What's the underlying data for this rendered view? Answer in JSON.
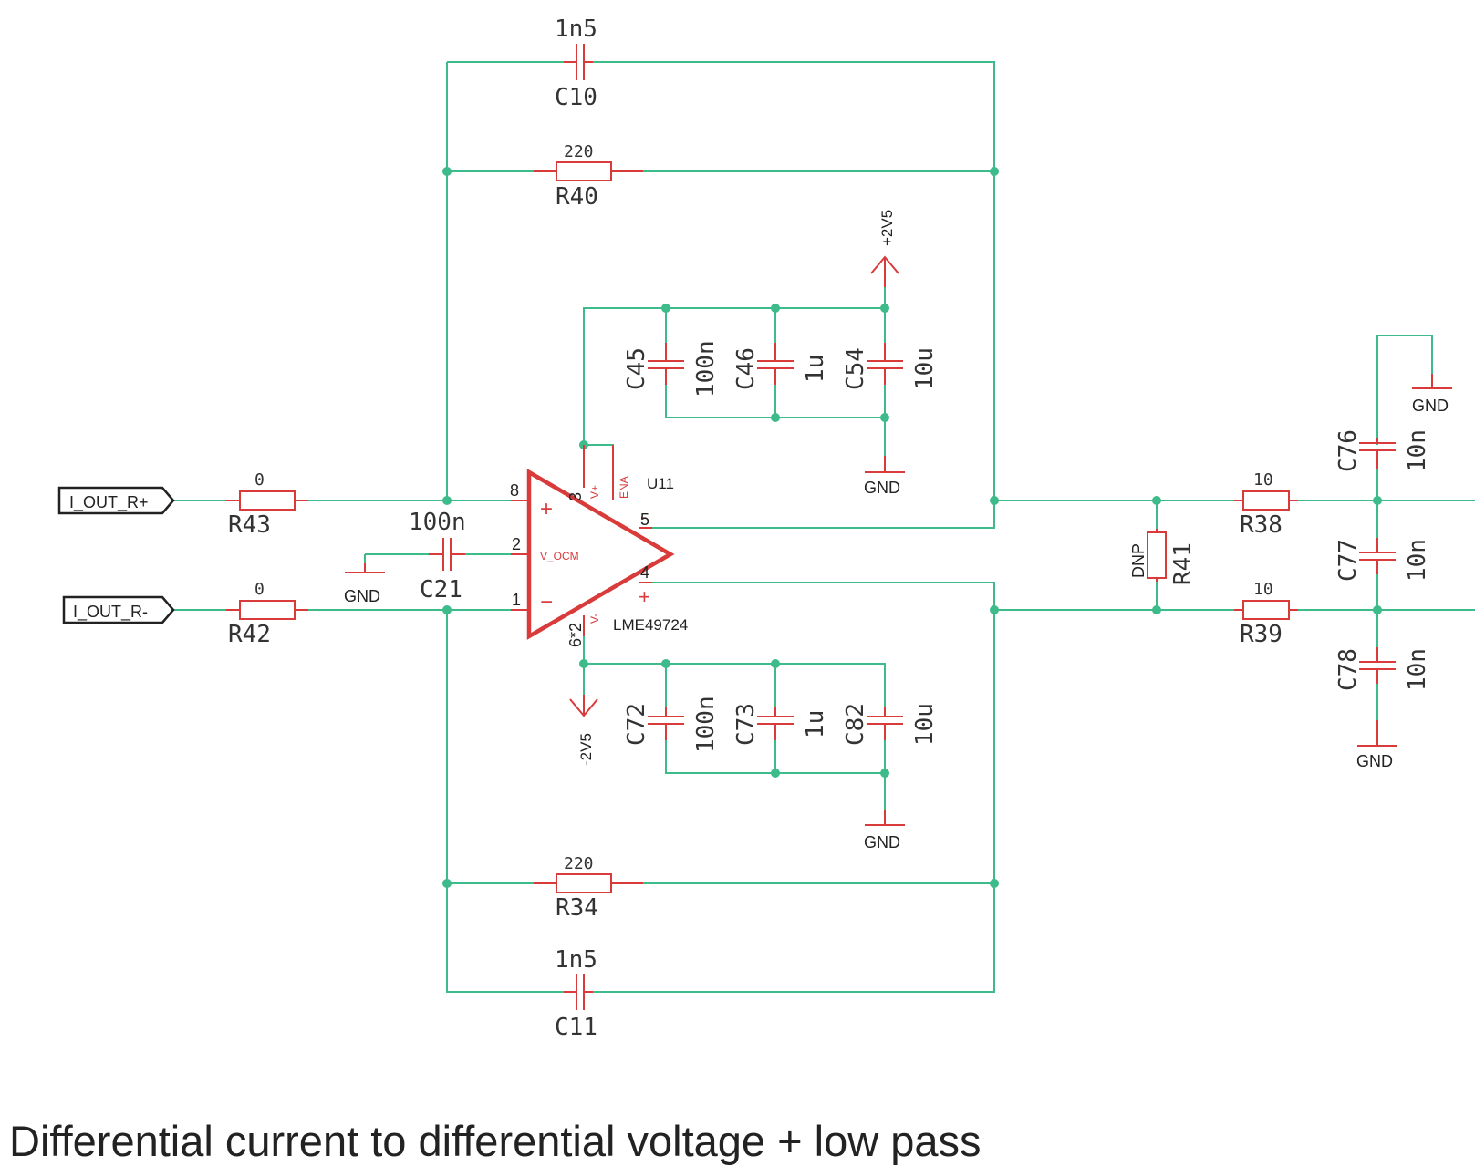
{
  "title": "Differential current to differential voltage + low pass",
  "colors": {
    "wire": "#3dbb8a",
    "part": "#d93a3a",
    "text": "#333333"
  },
  "ports": {
    "in_pos": "I_OUT_R+",
    "in_neg": "I_OUT_R-"
  },
  "opamp": {
    "name": "U11",
    "value": "LME49724",
    "pin_inp": "8",
    "pin_vocm": "2",
    "pin_inn": "1",
    "pin_vplus": "3",
    "pin_vminus": "6*2",
    "pin_out_neg": "5",
    "pin_out_pos": "4",
    "lbl_vplus": "V+",
    "lbl_ena": "ENA",
    "lbl_vocm": "V_OCM",
    "lbl_vminus": "V-",
    "sym_plus": "+",
    "sym_minus": "−",
    "sym_out_plus": "+",
    "sym_out_minus": "-"
  },
  "power": {
    "pos": "+2V5",
    "neg": "-2V5",
    "gnd": "GND"
  },
  "parts": {
    "C10": {
      "name": "C10",
      "value": "1n5"
    },
    "R40": {
      "name": "R40",
      "value": "220"
    },
    "R43": {
      "name": "R43",
      "value": "0"
    },
    "R42": {
      "name": "R42",
      "value": "0"
    },
    "C21": {
      "name": "C21",
      "value": "100n"
    },
    "C45": {
      "name": "C45",
      "value": "100n"
    },
    "C46": {
      "name": "C46",
      "value": "1u"
    },
    "C54": {
      "name": "C54",
      "value": "10u"
    },
    "C72": {
      "name": "C72",
      "value": "100n"
    },
    "C73": {
      "name": "C73",
      "value": "1u"
    },
    "C82": {
      "name": "C82",
      "value": "10u"
    },
    "R34": {
      "name": "R34",
      "value": "220"
    },
    "C11": {
      "name": "C11",
      "value": "1n5"
    },
    "R41": {
      "name": "R41",
      "value": "DNP"
    },
    "R38": {
      "name": "R38",
      "value": "10"
    },
    "R39": {
      "name": "R39",
      "value": "10"
    },
    "C76": {
      "name": "C76",
      "value": "10n"
    },
    "C77": {
      "name": "C77",
      "value": "10n"
    },
    "C78": {
      "name": "C78",
      "value": "10n"
    }
  }
}
